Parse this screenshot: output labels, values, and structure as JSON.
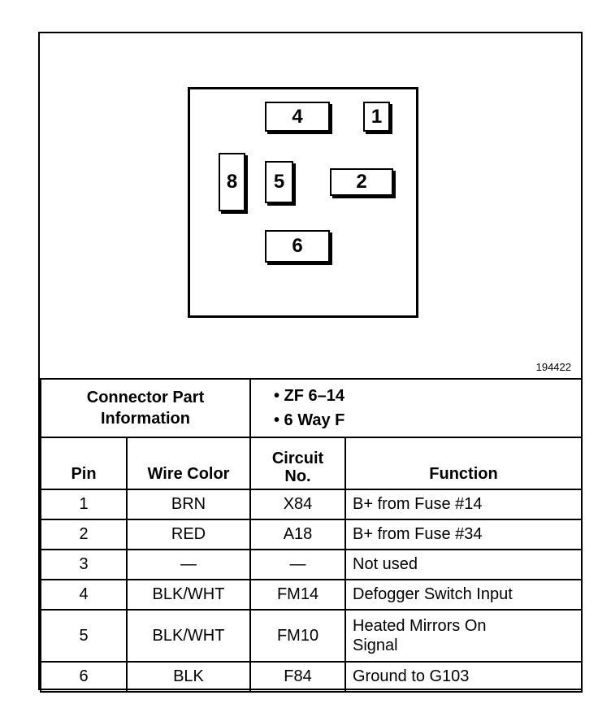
{
  "figure": {
    "figure_id": "194422",
    "pins": {
      "p1": "1",
      "p2": "2",
      "p4": "4",
      "p5": "5",
      "p6": "6",
      "p8": "8"
    }
  },
  "connector": {
    "label_line1": "Connector Part",
    "label_line2": "Information",
    "info": [
      "• ZF 6–14",
      "• 6 Way F"
    ]
  },
  "table": {
    "headers": {
      "pin": "Pin",
      "wire_color": "Wire Color",
      "circuit_line1": "Circuit",
      "circuit_line2": "No.",
      "function": "Function"
    },
    "rows": [
      {
        "pin": "1",
        "wire": "BRN",
        "circuit": "X84",
        "function": "B+ from Fuse #14"
      },
      {
        "pin": "2",
        "wire": "RED",
        "circuit": "A18",
        "function": "B+ from Fuse #34"
      },
      {
        "pin": "3",
        "wire": "—",
        "circuit": "—",
        "function": "Not used"
      },
      {
        "pin": "4",
        "wire": "BLK/WHT",
        "circuit": "FM14",
        "function": "Defogger Switch Input"
      },
      {
        "pin": "5",
        "wire": "BLK/WHT",
        "circuit": "FM10",
        "function_line1": "Heated Mirrors On",
        "function_line2": "Signal"
      },
      {
        "pin": "6",
        "wire": "BLK",
        "circuit": "F84",
        "function": "Ground to G103"
      }
    ]
  }
}
